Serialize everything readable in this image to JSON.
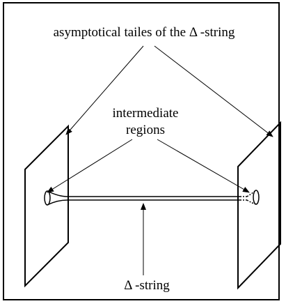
{
  "labels": {
    "asymptotic_tails": "asymptotical tailes of the  Δ -string",
    "intermediate_line1": "intermediate",
    "intermediate_line2": "regions",
    "delta_string": "Δ -string"
  },
  "colors": {
    "stroke": "#000000",
    "background": "#ffffff"
  }
}
